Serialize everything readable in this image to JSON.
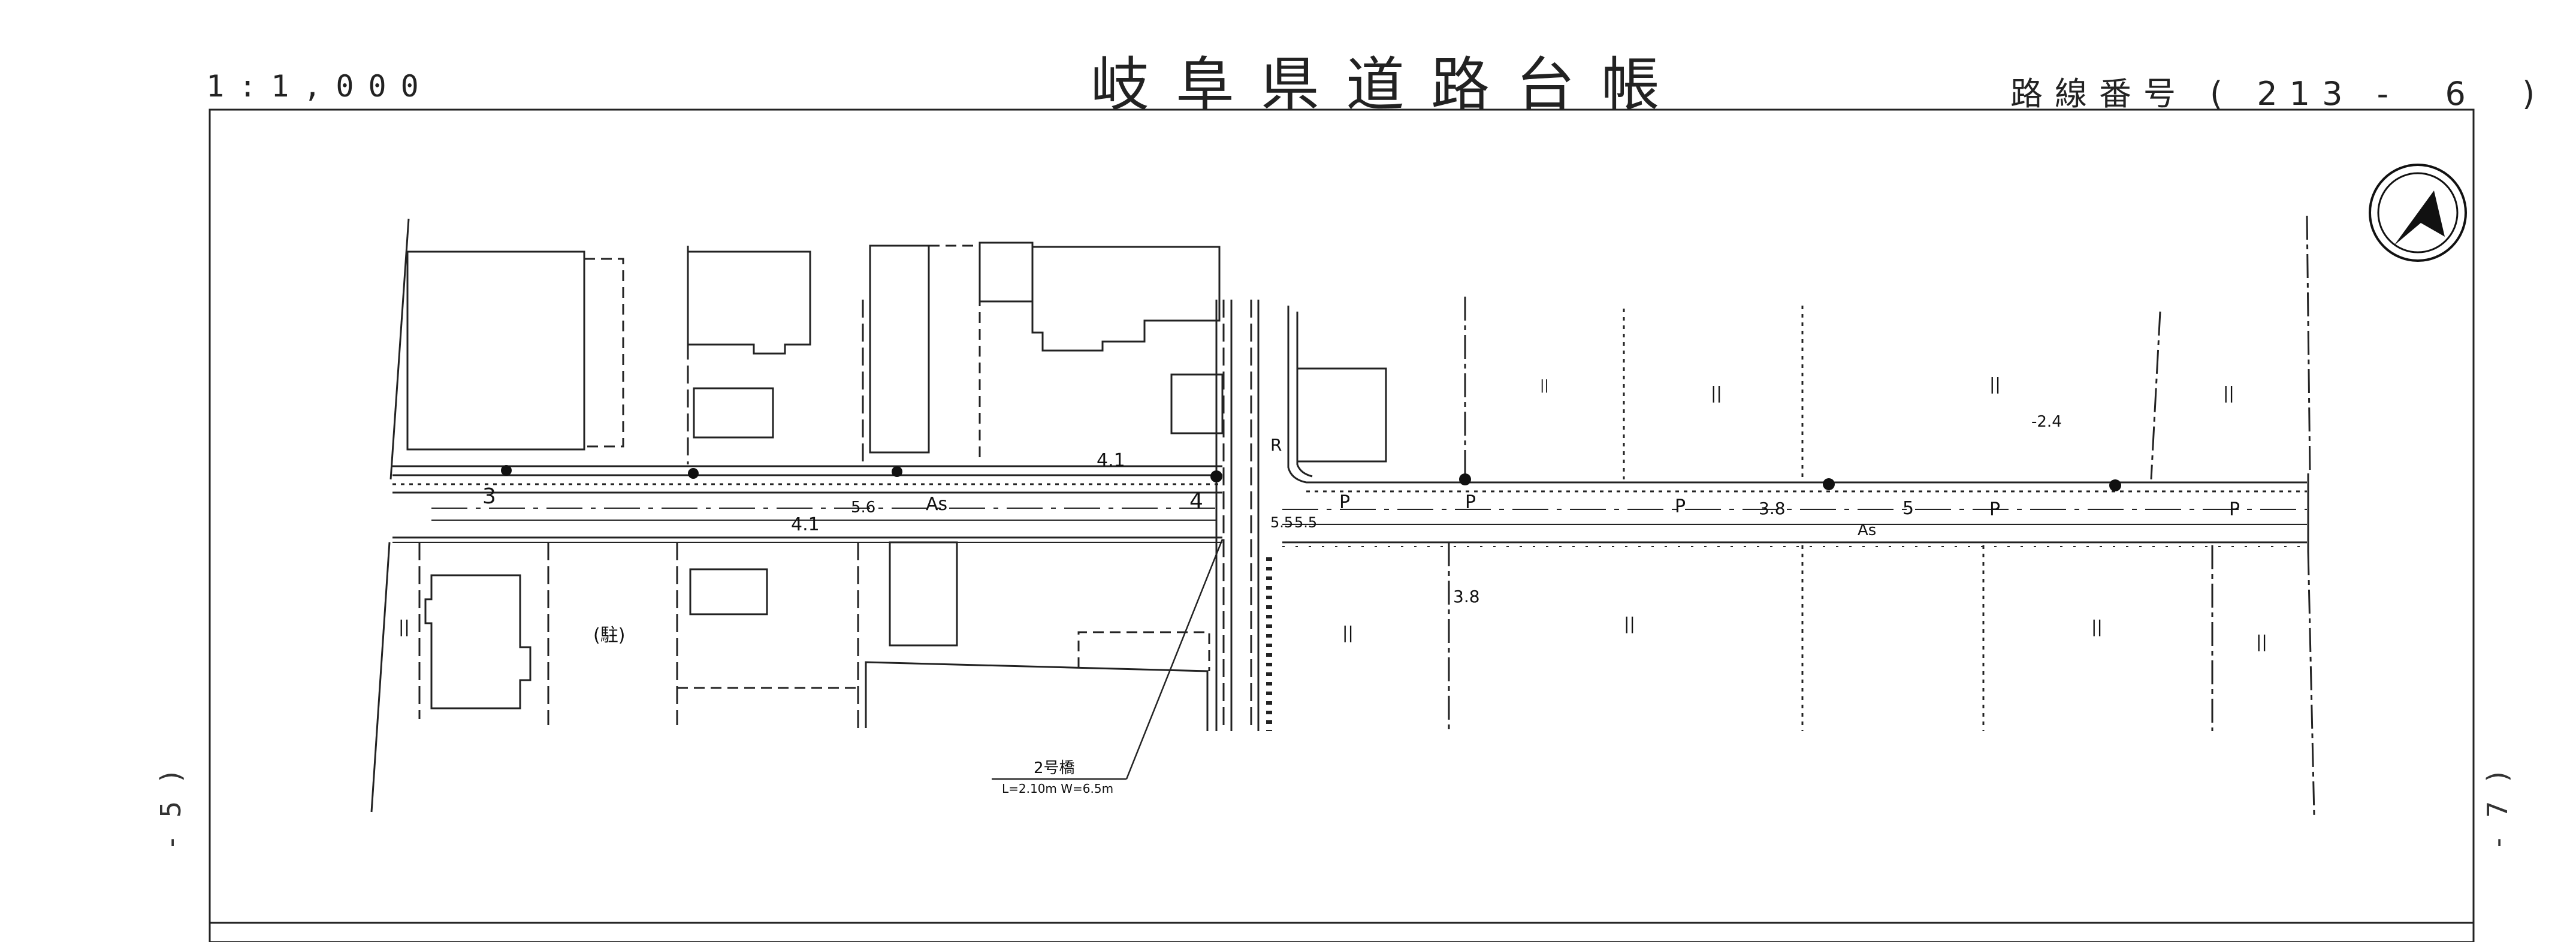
{
  "header": {
    "title": "岐阜県道路台帳",
    "scale": "1:1,000",
    "route_label": "路線番号",
    "route_number": "( 213 -  6  )"
  },
  "margins": {
    "left_sheet": "- 5 )",
    "right_sheet": "- 7 )"
  },
  "map": {
    "north_arrow": "north-arrow-icon",
    "road_surface_labels": [
      "As",
      "As"
    ],
    "land_use_labels": [
      "||",
      "||",
      "||",
      "||",
      "||",
      "||",
      "||",
      "||",
      "||"
    ],
    "parking_label": "(駐)",
    "width_labels": [
      "4.1",
      "4.1",
      "3",
      "4",
      "5.6",
      "3.8",
      "3.8",
      "5",
      "-2.4",
      "5.5",
      "5.5",
      "R"
    ],
    "pole_labels": [
      "P",
      "P",
      "P",
      "P",
      "P"
    ],
    "bridge": {
      "name": "2号橋",
      "spec": "L=2.10m W=6.5m"
    }
  }
}
